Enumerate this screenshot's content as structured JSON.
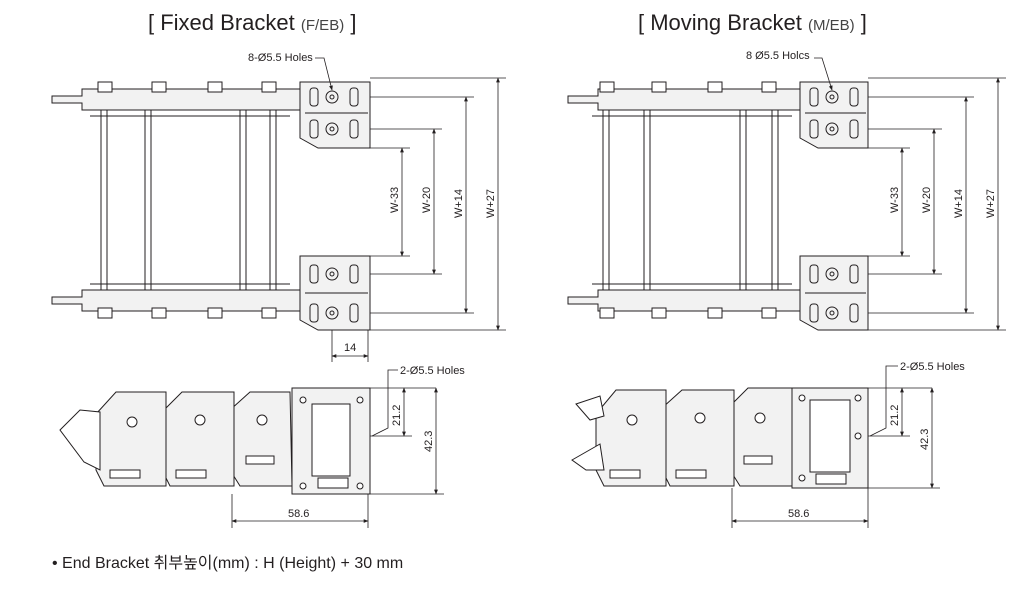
{
  "fixed": {
    "title_open": "[ ",
    "title_main": "Fixed Bracket",
    "title_sub": "(F/EB)",
    "title_close": " ]",
    "holes_top": "8-Ø5.5 Holes",
    "holes_side": "2-Ø5.5 Holes",
    "dim_w33": "W-33",
    "dim_w20": "W-20",
    "dim_w14": "W+14",
    "dim_w27": "W+27",
    "dim_14": "14",
    "dim_21_2": "21.2",
    "dim_42_3": "42.3",
    "dim_58_6": "58.6"
  },
  "moving": {
    "title_open": "[ ",
    "title_main": "Moving Bracket",
    "title_sub": "(M/EB)",
    "title_close": " ]",
    "holes_top": "8 Ø5.5 Holcs",
    "holes_side": "2-Ø5.5 Holes",
    "dim_w33": "W-33",
    "dim_w20": "W-20",
    "dim_w14": "W+14",
    "dim_w27": "W+27",
    "dim_21_2": "21.2",
    "dim_42_3": "42.3",
    "dim_58_6": "58.6"
  },
  "footnote": "• End Bracket 취부높이(mm) :  H (Height) + 30 mm",
  "colors": {
    "line": "#231f20",
    "fill": "#f2f2f2"
  }
}
